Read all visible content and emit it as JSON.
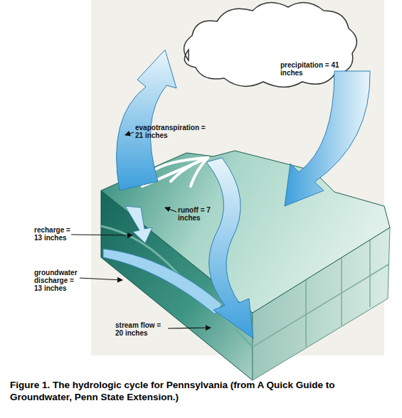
{
  "diagram": {
    "caption": "Figure 1. The hydrologic cycle for Pennsylvania (from A Quick Guide to Groundwater, Penn State Extension.)",
    "labels": [
      "precipitation = 41 inches",
      "evapotranspiration = 21 inches",
      "runoff = 7 inches",
      "recharge = 13 inches",
      "groundwater discharge = 13 inches",
      "stream flow = 20 inches"
    ]
  }
}
